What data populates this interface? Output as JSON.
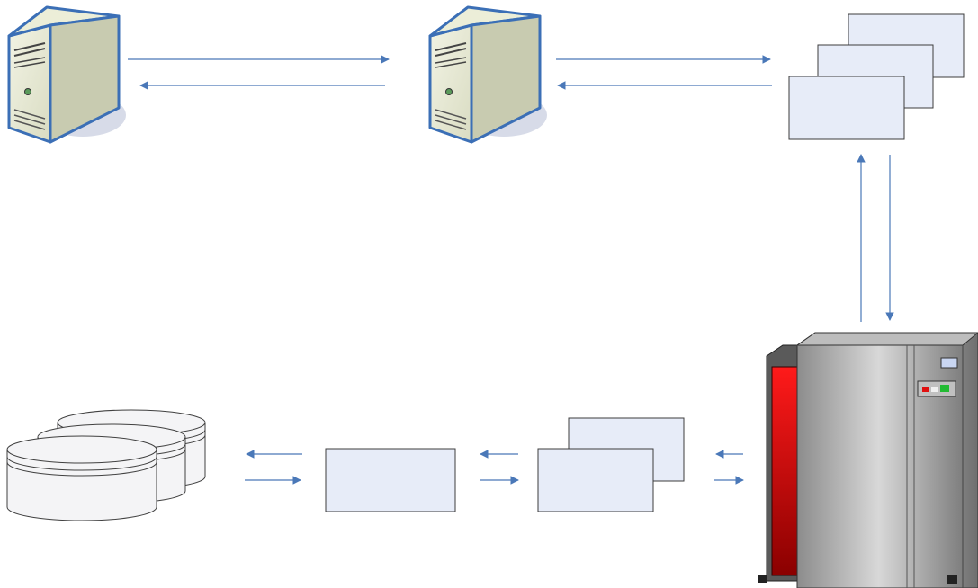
{
  "colors": {
    "background": "#ffffff",
    "arrow": "#4a78b8",
    "box_fill": "#e7ecf8",
    "box_stroke": "#3c3c3c",
    "server_outline": "#3b6fb6",
    "server_body": "#e8ead6",
    "server_side": "#c8cbb0",
    "shadow": "#d7dbe8",
    "disk_fill": "#f4f4f6",
    "disk_stroke": "#404040",
    "mainframe_gray": "#9a9a9a",
    "mainframe_red": "#c40000"
  },
  "nodes": [
    {
      "id": "server-1",
      "kind": "server",
      "icon": "server-tower-icon"
    },
    {
      "id": "server-2",
      "kind": "server",
      "icon": "server-tower-icon"
    },
    {
      "id": "stack-top-right",
      "kind": "box-stack",
      "count": 3
    },
    {
      "id": "mainframe",
      "kind": "mainframe",
      "icon": "mainframe-icon"
    },
    {
      "id": "stack-bottom",
      "kind": "box-stack",
      "count": 2
    },
    {
      "id": "single-box",
      "kind": "box",
      "count": 1
    },
    {
      "id": "disk-array",
      "kind": "storage",
      "icon": "database-disks-icon"
    }
  ],
  "edges": [
    {
      "from": "server-1",
      "to": "server-2"
    },
    {
      "from": "server-2",
      "to": "server-1"
    },
    {
      "from": "server-2",
      "to": "stack-top-right"
    },
    {
      "from": "stack-top-right",
      "to": "server-2"
    },
    {
      "from": "mainframe",
      "to": "stack-top-right"
    },
    {
      "from": "stack-top-right",
      "to": "mainframe"
    },
    {
      "from": "mainframe",
      "to": "stack-bottom"
    },
    {
      "from": "stack-bottom",
      "to": "mainframe"
    },
    {
      "from": "stack-bottom",
      "to": "single-box"
    },
    {
      "from": "single-box",
      "to": "stack-bottom"
    },
    {
      "from": "single-box",
      "to": "disk-array"
    },
    {
      "from": "disk-array",
      "to": "single-box"
    }
  ]
}
